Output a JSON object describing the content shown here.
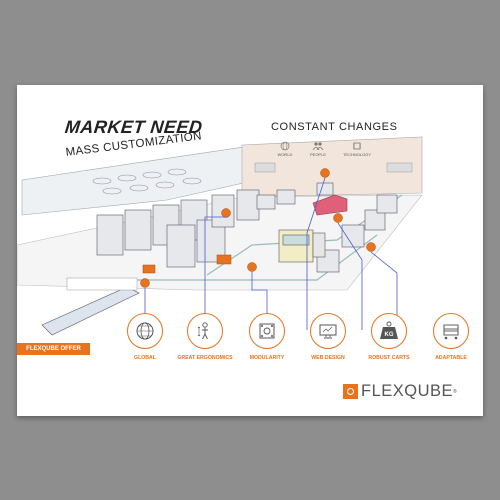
{
  "poster": {
    "market_need": "MARKET NEED",
    "mass_customization": "MASS CUSTOMIZATION",
    "constant_changes": "CONSTANT CHANGES",
    "change_drivers": [
      {
        "label": "WORLD",
        "icon": "globe-icon"
      },
      {
        "label": "PEOPLE",
        "icon": "people-icon"
      },
      {
        "label": "TECHNOLOGY",
        "icon": "chip-icon"
      }
    ],
    "offer_banner": "FLEXQUBE OFFER",
    "features": [
      {
        "label": "GLOBAL",
        "icon": "globe-icon"
      },
      {
        "label": "GREAT ERGONOMICS",
        "icon": "person-icon"
      },
      {
        "label": "MODULARITY",
        "icon": "module-icon"
      },
      {
        "label": "WEB DESIGN",
        "icon": "monitor-icon"
      },
      {
        "label": "ROBUST CARTS",
        "icon": "weight-icon",
        "badge_text": "KG"
      },
      {
        "label": "ADAPTABLE",
        "icon": "cart-icon"
      }
    ],
    "brand": {
      "name": "FLEXQUBE",
      "mark": "®"
    },
    "accent_color": "#e8731e"
  }
}
